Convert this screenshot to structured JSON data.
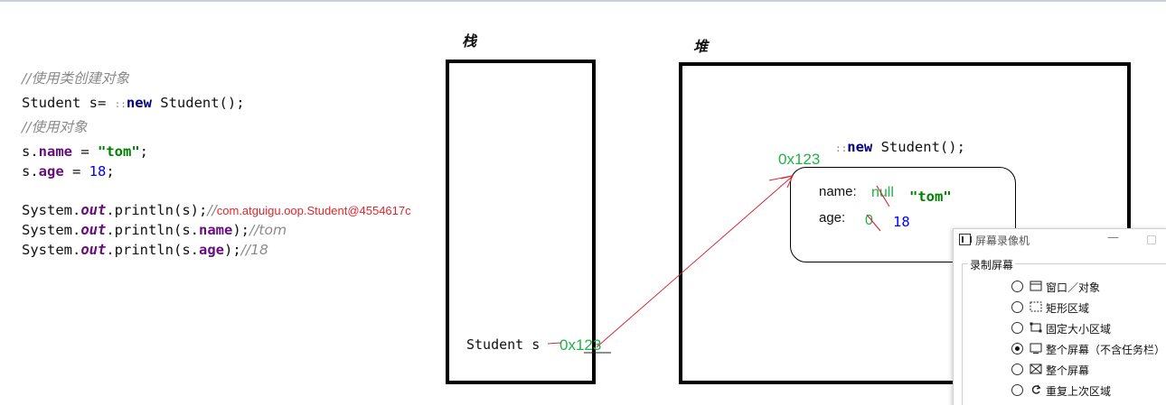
{
  "code": {
    "comment1": "//使用类创建对象",
    "line_student": [
      "Student s= ",
      "new",
      " Student();"
    ],
    "comment2": "//使用对象",
    "line_name": [
      "s.",
      "name",
      " = ",
      "\"tom\"",
      ";"
    ],
    "line_age": [
      "s.",
      "age",
      " = ",
      "18",
      ";"
    ],
    "print1": [
      "System.",
      "out",
      ".println(s);",
      "//",
      "com.atguigu.oop.Student@4554617c"
    ],
    "print2": [
      "System.",
      "out",
      ".println(s.",
      "name",
      ");",
      "//tom"
    ],
    "print3": [
      "System.",
      "out",
      ".println(s.",
      "age",
      ");",
      "//18"
    ],
    "dots": "::"
  },
  "diagram": {
    "stack_label": "栈",
    "heap_label": "堆",
    "stack_var": "Student s",
    "stack_addr": "0x123",
    "heap_addr": "0x123",
    "heap_new": [
      "new",
      " Student();"
    ],
    "field_name_label": "name:",
    "field_name_old": "null",
    "field_name_new": "\"tom\"",
    "field_age_label": "age:",
    "field_age_old": "0",
    "field_age_new": "18"
  },
  "recorder": {
    "title": "屏幕录像机",
    "min_symbol": "—",
    "group_title": "录制屏幕",
    "options": [
      {
        "label": "窗口／对象",
        "icon": "window-icon",
        "selected": false
      },
      {
        "label": "矩形区域",
        "icon": "rectangle-region-icon",
        "selected": false
      },
      {
        "label": "固定大小区域",
        "icon": "fixed-size-region-icon",
        "selected": false
      },
      {
        "label": "整个屏幕（不含任务栏）",
        "icon": "fullscreen-no-taskbar-icon",
        "selected": true
      },
      {
        "label": "整个屏幕",
        "icon": "fullscreen-icon",
        "selected": false
      },
      {
        "label": "重复上次区域",
        "icon": "repeat-last-region-icon",
        "selected": false
      }
    ]
  }
}
